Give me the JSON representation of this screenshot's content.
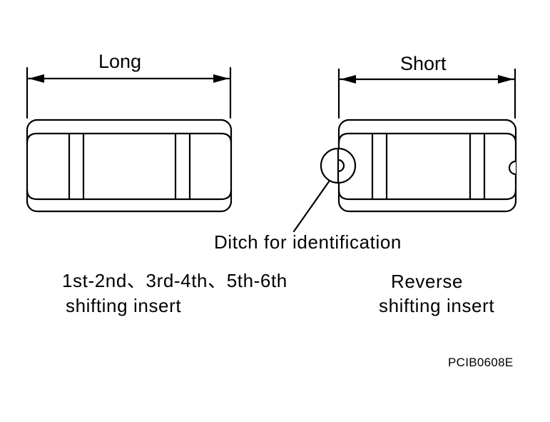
{
  "labels": {
    "long": "Long",
    "short": "Short",
    "ditch": "Ditch for identification",
    "forward_inserts_line1": "1st-2nd、3rd-4th、5th-6th",
    "forward_inserts_line2": "shifting insert",
    "reverse_insert_line1": "Reverse",
    "reverse_insert_line2": "shifting insert",
    "figure_code": "PCIB0608E"
  },
  "colors": {
    "ink": "#000000",
    "paper": "#ffffff"
  }
}
